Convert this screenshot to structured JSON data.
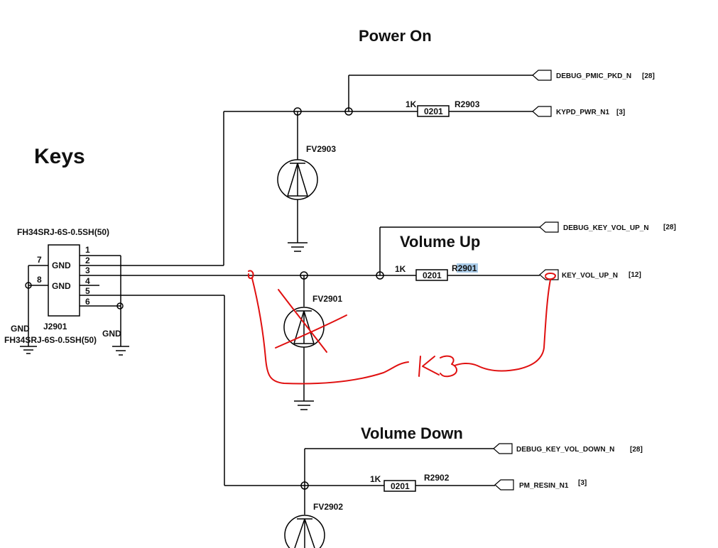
{
  "titles": {
    "keys": "Keys",
    "power_on": "Power On",
    "volume_up": "Volume Up",
    "volume_down": "Volume Down"
  },
  "connector": {
    "part_top": "FH34SRJ-6S-0.5SH(50)",
    "part_bottom": "FH34SRJ-6S-0.5SH(50)",
    "ref": "J2901",
    "pins": [
      "1",
      "2",
      "3",
      "4",
      "5",
      "6"
    ],
    "gnd_pins": [
      "7",
      "8"
    ],
    "gnd_labels": [
      "GND",
      "GND"
    ],
    "gnd_ext_left": "GND",
    "gnd_ext_right": "GND"
  },
  "resistors": [
    {
      "ref": "R2903",
      "value": "1K",
      "package": "0201"
    },
    {
      "ref": "R2901",
      "value": "1K",
      "package": "0201"
    },
    {
      "ref": "R2902",
      "value": "1K",
      "package": "0201"
    }
  ],
  "diodes": [
    "FV2903",
    "FV2901",
    "FV2902"
  ],
  "nets": [
    {
      "name": "DEBUG_PMIC_PKD_N",
      "page": "[28]"
    },
    {
      "name": "KYPD_PWR_N1",
      "page": "[3]"
    },
    {
      "name": "DEBUG_KEY_VOL_UP_N",
      "page": "[28]"
    },
    {
      "name": "KEY_VOL_UP_N",
      "page": "[12]"
    },
    {
      "name": "DEBUG_KEY_VOL_DOWN_N",
      "page": "[28]"
    },
    {
      "name": "PM_RESIN_N1",
      "page": "[3]"
    }
  ],
  "annotation": {
    "text": "K3",
    "color": "#e01010"
  }
}
